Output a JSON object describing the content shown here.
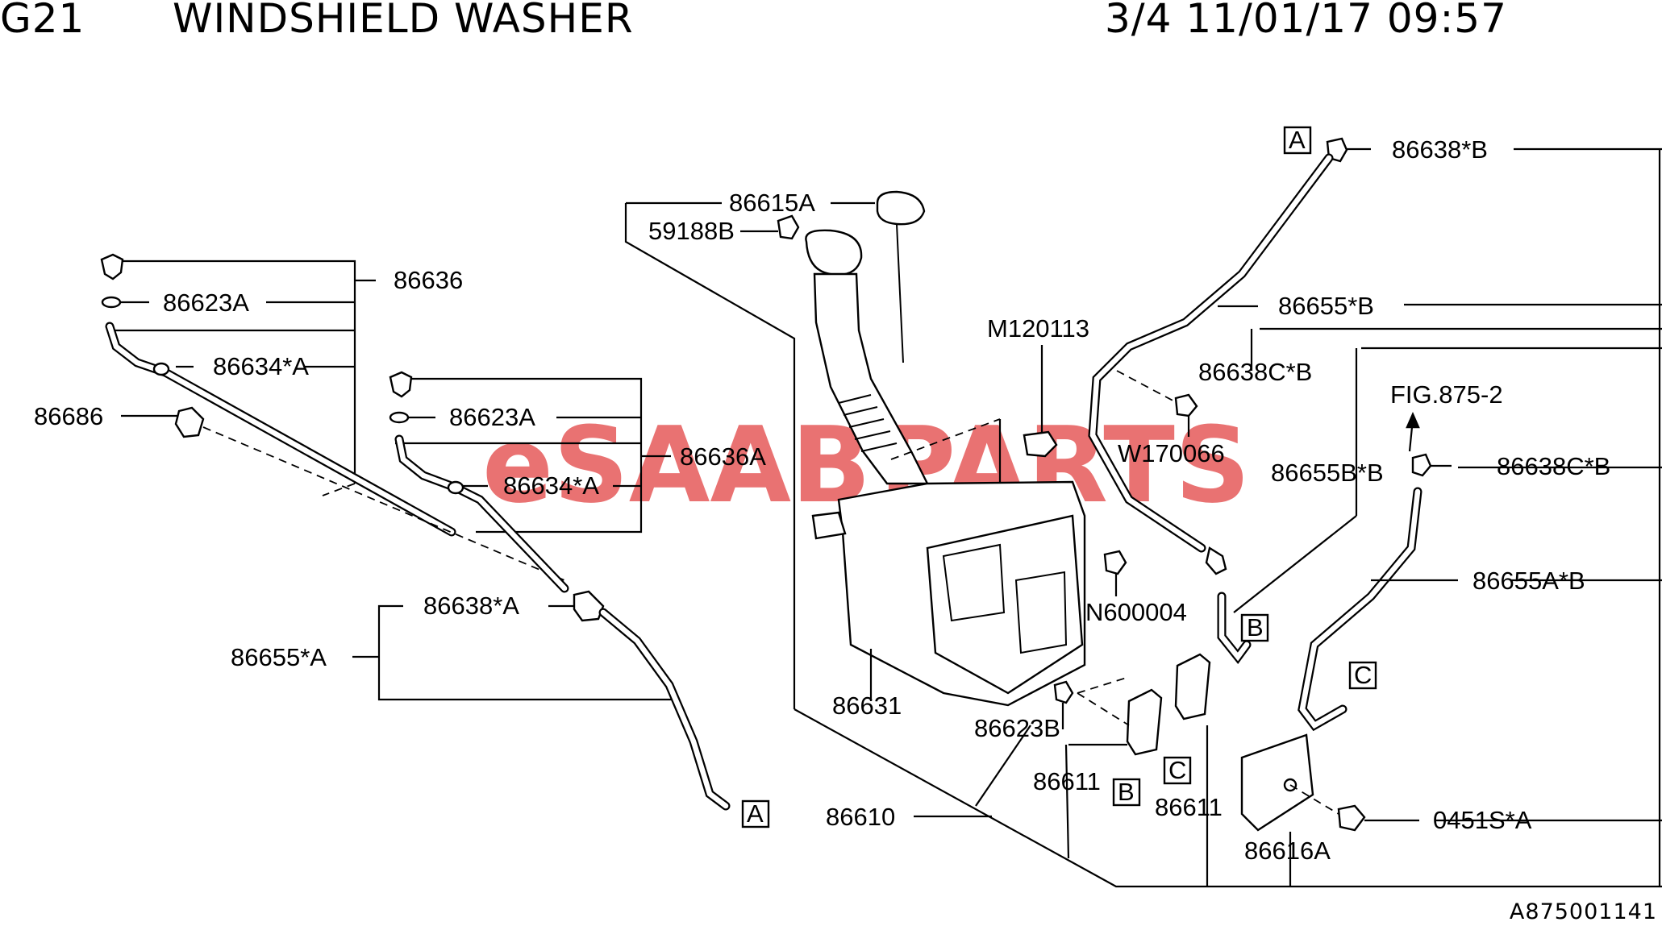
{
  "header": {
    "code": "G21",
    "title": "WINDSHIELD WASHER",
    "page_info": "3/4 11/01/17 09:57"
  },
  "watermark": {
    "part1": "eSAAB",
    "part2": "PARTS"
  },
  "reference_number": "A875001141",
  "labels": {
    "p86636": "86636",
    "p86623A_left": "86623A",
    "p86634A_left": "86634*A",
    "p86686": "86686",
    "p86623A_mid": "86623A",
    "p86636A": "86636A",
    "p86634A_mid": "86634*A",
    "p86638A": "86638*A",
    "p86655A": "86655*A",
    "p86615A": "86615A",
    "p59188B": "59188B",
    "pM120113": "M120113",
    "pW170066": "W170066",
    "pN600004": "N600004",
    "p86631": "86631",
    "p86623B": "86623B",
    "p86611_left": "86611",
    "p86611_right": "86611",
    "p86610": "86610",
    "p86638B": "86638*B",
    "p86655B": "86655*B",
    "p86638CB_top": "86638C*B",
    "pFIG": "FIG.875-2",
    "p86655BB": "86655B*B",
    "p86638CB_right": "86638C*B",
    "p86655AB": "86655A*B",
    "p0451SA": "0451S*A",
    "p86616A": "86616A"
  },
  "connector_tags": {
    "A_top": "A",
    "A_left": "A",
    "B_right": "B",
    "B_bottom": "B",
    "C_right": "C",
    "C_bottom": "C"
  }
}
